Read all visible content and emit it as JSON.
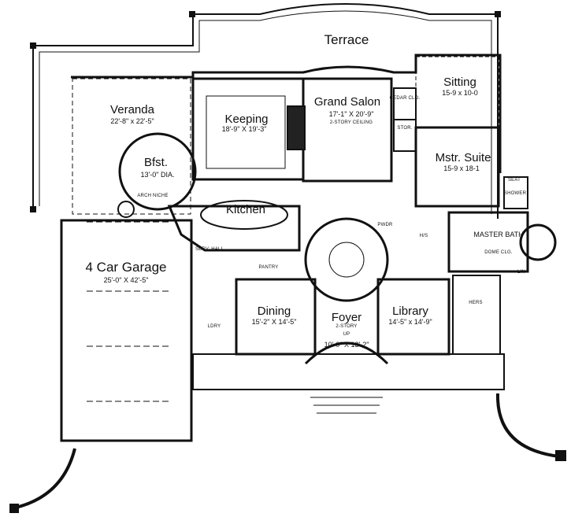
{
  "labels": {
    "terrace": "Terrace",
    "veranda": "Veranda",
    "veranda_dim": "22'-8\" x 22'-5\"",
    "keeping": "Keeping",
    "keeping_dim": "18'-9\" X 19'-3\"",
    "grand_salon": "Grand Salon",
    "grand_salon_dim": "17'-1\" X 20'-9\"",
    "grand_salon_note": "2-STORY CEILING",
    "sitting": "Sitting",
    "sitting_dim": "15-9 x 10-0",
    "cedar_clo": "CEDAR CLO.",
    "stor": "STOR.",
    "mstr_suite": "Mstr. Suite",
    "mstr_suite_dim": "15-9 x 18-1",
    "seat": "SEAT",
    "shower": "SHOWER",
    "bfst": "Bfst.",
    "bfst_dim": "13'-0\" DIA.",
    "arch_niche": "ARCH NICHE",
    "kitchen": "Kitchen",
    "garage": "4 Car Garage",
    "garage_dim": "25'-0\" X 42'-5\"",
    "serv_hall": "SERV. HALL",
    "pantry": "PANTRY",
    "pwdr": "PWDR",
    "hs": "H/S",
    "master_bath": "MASTER BATH",
    "dome_clg": "DOME CLG.",
    "lin": "LIN",
    "hers": "HERS",
    "dining": "Dining",
    "dining_dim": "15'-2\" X 14'-5\"",
    "foyer": "Foyer",
    "foyer_note": "2-STORY",
    "up": "UP",
    "foyer_dim": "10'-0\" X 13'-2\"",
    "library": "Library",
    "library_dim": "14'-5\" x 14'-9\"",
    "ldry": "LDRY"
  }
}
